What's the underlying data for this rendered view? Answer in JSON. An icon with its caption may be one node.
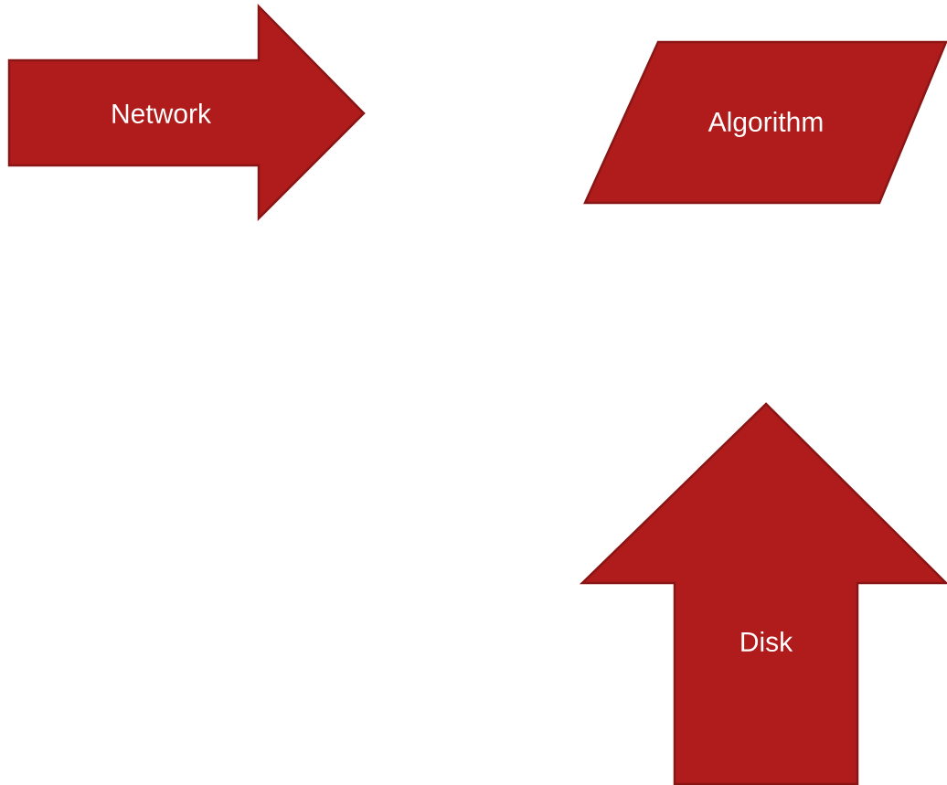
{
  "diagram": {
    "nodes": [
      {
        "text": [
          "Network"
        ]
      },
      {
        "text": [
          "Algorithm"
        ]
      },
      {
        "text": [
          "Disk"
        ]
      }
    ]
  }
}
